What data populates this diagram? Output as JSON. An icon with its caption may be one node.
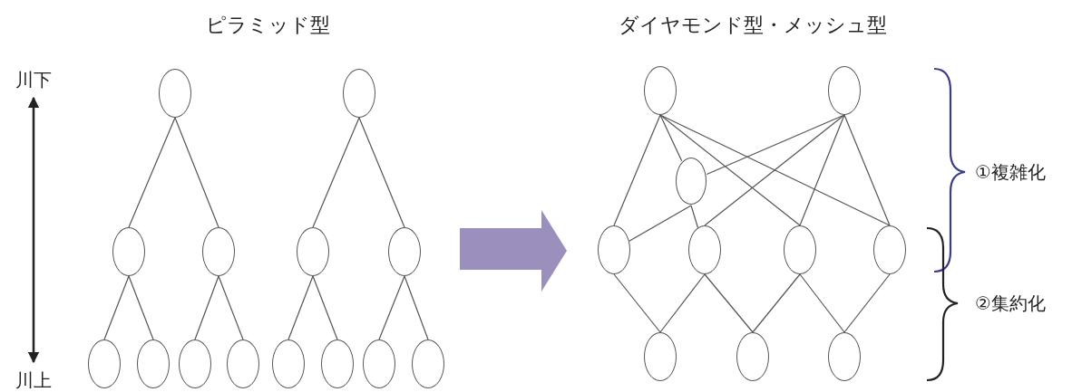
{
  "diagram": {
    "nodes": [
      {
        "text": [],
        "shape": "circle"
      },
      {
        "text": [],
        "shape": "circle"
      },
      {
        "text": [],
        "shape": "circle"
      },
      {
        "text": [],
        "shape": "circle"
      },
      {
        "text": [],
        "shape": "circle"
      },
      {
        "text": [],
        "shape": "circle"
      },
      {
        "text": [],
        "shape": "circle"
      },
      {
        "text": [],
        "shape": "circle"
      },
      {
        "text": [],
        "shape": "circle"
      },
      {
        "text": [],
        "shape": "circle"
      },
      {
        "text": [],
        "shape": "circle"
      },
      {
        "text": [],
        "shape": "circle"
      },
      {
        "text": [],
        "shape": "circle"
      },
      {
        "text": [],
        "shape": "circle"
      },
      {
        "text": [],
        "shape": "circle"
      },
      {
        "text": [],
        "shape": "circle"
      },
      {
        "text": [],
        "shape": "circle"
      },
      {
        "text": [],
        "shape": "circle"
      },
      {
        "text": [],
        "shape": "circle"
      },
      {
        "text": [],
        "shape": "circle"
      },
      {
        "text": [],
        "shape": "circle"
      },
      {
        "text": [],
        "shape": "circle"
      },
      {
        "text": [],
        "shape": "circle"
      },
      {
        "text": [],
        "shape": "circle"
      }
    ],
    "edges": [
      {
        "from": 0,
        "to": 2,
        "arrow": "none"
      },
      {
        "from": 0,
        "to": 3,
        "arrow": "none"
      },
      {
        "from": 1,
        "to": 4,
        "arrow": "none"
      },
      {
        "from": 1,
        "to": 5,
        "arrow": "none"
      },
      {
        "from": 2,
        "to": 6,
        "arrow": "none"
      },
      {
        "from": 2,
        "to": 7,
        "arrow": "none"
      },
      {
        "from": 3,
        "to": 8,
        "arrow": "none"
      },
      {
        "from": 3,
        "to": 9,
        "arrow": "none"
      },
      {
        "from": 4,
        "to": 10,
        "arrow": "none"
      },
      {
        "from": 4,
        "to": 11,
        "arrow": "none"
      },
      {
        "from": 5,
        "to": 12,
        "arrow": "none"
      },
      {
        "from": 5,
        "to": 13,
        "arrow": "none"
      },
      {
        "from": 14,
        "to": 17,
        "arrow": "none"
      },
      {
        "from": 14,
        "to": 16,
        "arrow": "none"
      },
      {
        "from": 14,
        "to": 19,
        "arrow": "none"
      },
      {
        "from": 14,
        "to": 20,
        "arrow": "none"
      },
      {
        "from": 15,
        "to": 16,
        "arrow": "none"
      },
      {
        "from": 15,
        "to": 18,
        "arrow": "none"
      },
      {
        "from": 15,
        "to": 19,
        "arrow": "none"
      },
      {
        "from": 15,
        "to": 20,
        "arrow": "none"
      },
      {
        "from": 16,
        "to": 17,
        "arrow": "none"
      },
      {
        "from": 16,
        "to": 18,
        "arrow": "none"
      },
      {
        "from": 17,
        "to": 21,
        "arrow": "none"
      },
      {
        "from": 18,
        "to": 21,
        "arrow": "none"
      },
      {
        "from": 18,
        "to": 22,
        "arrow": "none"
      },
      {
        "from": 19,
        "to": 22,
        "arrow": "none"
      },
      {
        "from": 19,
        "to": 23,
        "arrow": "none"
      },
      {
        "from": 20,
        "to": 23,
        "arrow": "none"
      }
    ],
    "labels": [
      "ピラミッド型",
      "ダイヤモンド型・メッシュ型",
      "川下",
      "川上",
      "①複雑化",
      "②集約化"
    ]
  }
}
